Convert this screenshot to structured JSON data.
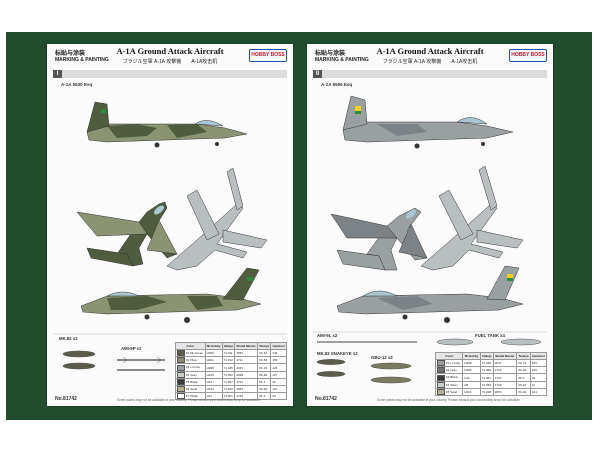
{
  "sheets": [
    {
      "header": {
        "cn_title": "标贴与涂装",
        "marking": "MARKING & PAINTING",
        "title": "A-1A Ground Attack Aircraft",
        "subtitle": "ブラジル空軍 A-1A 攻撃機　　A-1A攻击机",
        "logo": "HOBBY BOSS"
      },
      "step": "I",
      "variant_label": "A-1A 5530 Esq",
      "store_labels": [
        "MK.82 x2",
        "AIM-9P x2"
      ],
      "code": "No.81742",
      "footnote": "Some paints may not be available in your country. Please consult your local hobby shop for substitute.",
      "table": {
        "headers": [
          "Color",
          "Mr.Hobby",
          "Vallejo",
          "Model Master",
          "Tamiya",
          "Humbrol"
        ],
        "rows": [
          {
            "swatch": "#5d5c4a",
            "no": "F1",
            "name": "Dk Green",
            "vals": [
              "H309",
              "71.011",
              "2052",
              "XF-62",
              "149"
            ]
          },
          {
            "swatch": "#8d8b6e",
            "no": "F2",
            "name": "Olive",
            "vals": [
              "H341",
              "71.012",
              "1711",
              "XF-58",
              "155"
            ]
          },
          {
            "swatch": "#9aa0a2",
            "no": "F3",
            "name": "Lt Gray",
            "vals": [
              "H308",
              "71.045",
              "2037",
              "XF-19",
              "126"
            ]
          },
          {
            "swatch": "#c9cdc8",
            "no": "F4",
            "name": "Gray",
            "vals": [
              "H315",
              "71.052",
              "2038",
              "XF-80",
              "127"
            ]
          },
          {
            "swatch": "#3a3a3a",
            "no": "F5",
            "name": "Black",
            "vals": [
              "H12",
              "71.057",
              "1747",
              "XF-1",
              "33"
            ]
          },
          {
            "swatch": "#b8b090",
            "no": "F6",
            "name": "Sand",
            "vals": [
              "H313",
              "71.028",
              "2054",
              "XF-60",
              "121"
            ]
          },
          {
            "swatch": "#ffffff",
            "no": "F7",
            "name": "White",
            "vals": [
              "H11",
              "71.001",
              "1745",
              "XF-2",
              "34"
            ]
          }
        ]
      }
    },
    {
      "header": {
        "cn_title": "标贴与涂装",
        "marking": "MARKING & PAINTING",
        "title": "A-1A Ground Attack Aircraft",
        "subtitle": "ブラジル空軍 A-1A 攻撃機　　A-1A攻击机",
        "logo": "HOBBY BOSS"
      },
      "step": "II",
      "variant_label": "A-1A 5506 Esq",
      "store_labels": [
        "AIM-9L x2",
        "FUEL TANK x4",
        "MK.82 SNAKEYE x2",
        "GBU-12 x2"
      ],
      "code": "No.81742",
      "footnote": "Some paints may not be available in your country. Please consult your local hobby shop for substitute.",
      "table": {
        "headers": [
          "Color",
          "Mr.Hobby",
          "Vallejo",
          "Model Master",
          "Tamiya",
          "Humbrol"
        ],
        "rows": [
          {
            "swatch": "#9aa0a2",
            "no": "F1",
            "name": "Lt Gray",
            "vals": [
              "H308",
              "71.045",
              "2037",
              "XF-19",
              "126"
            ]
          },
          {
            "swatch": "#6d7275",
            "no": "F2",
            "name": "Gray",
            "vals": [
              "H305",
              "71.050",
              "1723",
              "XF-24",
              "140"
            ]
          },
          {
            "swatch": "#3a3a3a",
            "no": "F3",
            "name": "Black",
            "vals": [
              "H12",
              "71.057",
              "1747",
              "XF-1",
              "33"
            ]
          },
          {
            "swatch": "#c9cdc8",
            "no": "F4",
            "name": "Silver",
            "vals": [
              "H8",
              "71.063",
              "1790",
              "XF-16",
              "11"
            ]
          },
          {
            "swatch": "#b8b090",
            "no": "F5",
            "name": "Sand",
            "vals": [
              "H313",
              "71.028",
              "2054",
              "XF-60",
              "121"
            ]
          }
        ]
      }
    }
  ],
  "colors": {
    "frame": "#214d2c",
    "camo_dark": "#4f5c3e",
    "camo_light": "#8b9472",
    "gray_dark": "#7c8286",
    "gray_light": "#b9bec0",
    "canopy": "#a9c6d2",
    "flag_green": "#2e8b3a",
    "flag_yellow": "#f2d31b"
  }
}
